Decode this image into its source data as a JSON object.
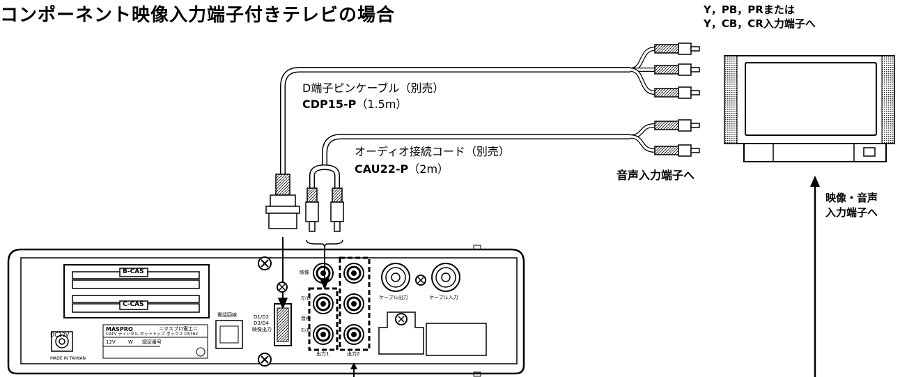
{
  "title": "コンポーネント映像入力端子付きテレビの場合",
  "tv_component_label": {
    "line1": "Y，PB，PRまたは",
    "line2": "Y，CB，CR入力端子へ"
  },
  "d_cable": {
    "name": "D端子ピンケーブル（別売）",
    "model": "CDP15-P",
    "length": "（1.5m）"
  },
  "audio_cable": {
    "name": "オーディオ接続コード（別売）",
    "model": "CAU22-P",
    "length": "（2m）"
  },
  "audio_input_label": "音声入力端子へ",
  "video_audio_input_label": {
    "line1": "映像・音声",
    "line2": "入力端子へ"
  },
  "device": {
    "bcas": "B-CAS",
    "ccas": "C-CAS",
    "dc": "DC12V",
    "made_in": "MADE IN TAIWAN",
    "brand": "MASPRO",
    "maker": "＝マスプロ電工＝",
    "product": "CATV ディジタル セットトップ ボックス  DST62",
    "rating_v": "12V",
    "rating_w": "W",
    "cert": "認証番号",
    "phone": "電話回線",
    "d_out": [
      "D1/D2",
      "D3/D4",
      "映像出力"
    ],
    "video": "映像",
    "audio": "音声",
    "left": "左(L)",
    "right": "右(R)",
    "out1": "出力1",
    "out2": "出力2",
    "cable_out": "ケーブル出力",
    "cable_in": "ケーブル入力"
  }
}
